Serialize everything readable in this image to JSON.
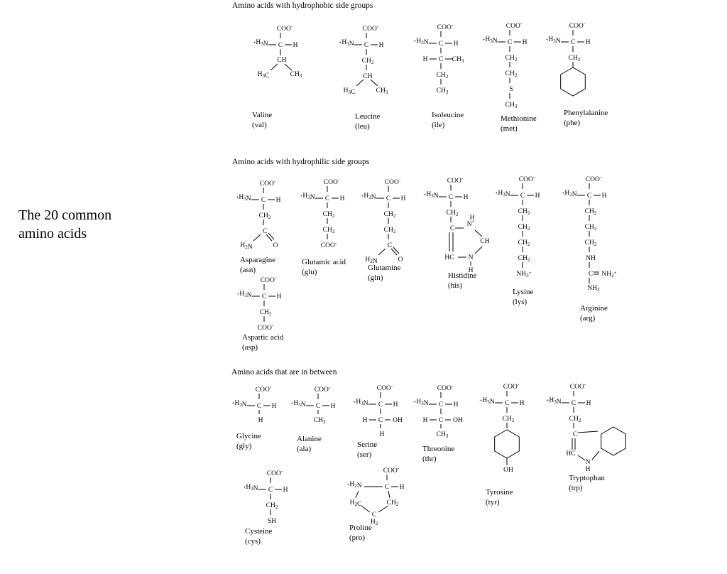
{
  "slide": {
    "title_lines": [
      "The 20 common",
      "amino acids"
    ]
  },
  "sections": {
    "hydrophobic": "Amino acids with hydrophobic side groups",
    "hydrophilic": "Amino acids with hydrophilic side groups",
    "between": "Amino acids that are in between"
  },
  "backbone": {
    "carboxylate": "COO",
    "amino": "H3N",
    "plus": "+",
    "minus": "-",
    "alpha_carbon": "C",
    "hydrogen": "H"
  },
  "amino_acids": {
    "valine": {
      "name": "Valine",
      "abbr": "(val)"
    },
    "leucine": {
      "name": "Leucine",
      "abbr": "(leu)"
    },
    "isoleucine": {
      "name": "Isoleucine",
      "abbr": "(ile)"
    },
    "methionine": {
      "name": "Methionine",
      "abbr": "(met)"
    },
    "phenylalanine": {
      "name": "Phenylalanine",
      "abbr": "(phe)"
    },
    "asparagine": {
      "name": "Asparagine",
      "abbr": "(asn)"
    },
    "glutamic_acid": {
      "name": "Glutamic acid",
      "abbr": "(glu)"
    },
    "glutamine": {
      "name": "Glutamine",
      "abbr": "(gln)"
    },
    "histidine": {
      "name": "Histidine",
      "abbr": "(his)"
    },
    "lysine": {
      "name": "Lysine",
      "abbr": "(lys)"
    },
    "arginine": {
      "name": "Arginine",
      "abbr": "(arg)"
    },
    "aspartic_acid": {
      "name": "Aspartic acid",
      "abbr": "(asp)"
    },
    "glycine": {
      "name": "Glycine",
      "abbr": "(gly)"
    },
    "alanine": {
      "name": "Alanine",
      "abbr": "(ala)"
    },
    "serine": {
      "name": "Serine",
      "abbr": "(ser)"
    },
    "threonine": {
      "name": "Threonine",
      "abbr": "(thr)"
    },
    "tyrosine": {
      "name": "Tyrosine",
      "abbr": "(tyr)"
    },
    "tryptophan": {
      "name": "Tryptophan",
      "abbr": "(trp)"
    },
    "cysteine": {
      "name": "Cysteine",
      "abbr": "(cys)"
    },
    "proline": {
      "name": "Proline",
      "abbr": "(pro)"
    }
  },
  "side_chains": {
    "valine": [
      "CH",
      "H3C",
      "CH3"
    ],
    "leucine": [
      "CH2",
      "CH",
      "H3C",
      "CH3"
    ],
    "isoleucine": [
      "H",
      "C",
      "CH3",
      "CH2",
      "CH3"
    ],
    "methionine": [
      "CH2",
      "CH2",
      "S",
      "CH3"
    ],
    "phenylalanine": [
      "CH2"
    ],
    "asparagine": [
      "CH2",
      "C",
      "H2N",
      "O"
    ],
    "glutamic_acid": [
      "CH2",
      "CH2",
      "COO-"
    ],
    "glutamine": [
      "CH2",
      "CH2",
      "C",
      "H2N",
      "O"
    ],
    "histidine": [
      "CH2",
      "C",
      "N+",
      "H",
      "CH",
      "HC",
      "N",
      "H"
    ],
    "lysine": [
      "CH2",
      "CH2",
      "CH2",
      "CH2",
      "NH3+"
    ],
    "arginine": [
      "CH2",
      "CH2",
      "CH2",
      "NH",
      "C",
      "NH2+",
      "NH2"
    ],
    "aspartic_acid": [
      "CH2",
      "COO-"
    ],
    "glycine": [
      "H"
    ],
    "alanine": [
      "CH3"
    ],
    "serine": [
      "H",
      "C",
      "OH",
      "H"
    ],
    "threonine": [
      "H",
      "C",
      "OH",
      "CH3"
    ],
    "tyrosine": [
      "CH2",
      "OH"
    ],
    "tryptophan": [
      "CH2",
      "C",
      "HC",
      "N",
      "H"
    ],
    "cysteine": [
      "CH2",
      "SH"
    ],
    "proline": [
      "H2N",
      "H2C",
      "CH2",
      "C",
      "H2"
    ]
  },
  "colors": {
    "text": "#000000",
    "background": "#ffffff"
  }
}
